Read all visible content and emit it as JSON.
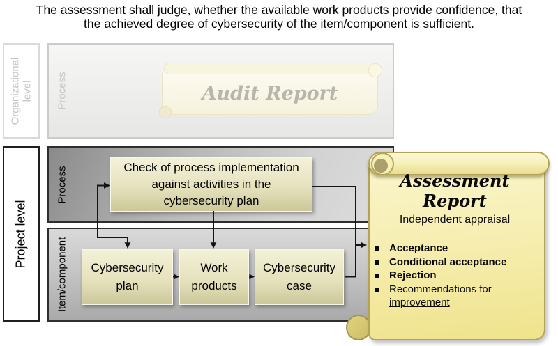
{
  "page_title": {
    "line1": "The assessment shall judge, whether the available work products provide confidence, that",
    "line2": "the achieved degree of cybersecurity of the item/component is sufficient."
  },
  "left_labels": {
    "organizational": "Organizational level",
    "project": "Project level"
  },
  "organizational_band": {
    "label": "Process",
    "audit_scroll_title": "Audit Report"
  },
  "process_band": {
    "label": "Process",
    "check_box": {
      "line1": "Check of process implementation",
      "line2": "against activities in the",
      "line3": "cybersecurity plan"
    }
  },
  "item_band": {
    "label": "Item/component",
    "boxes": [
      {
        "line1": "Cybersecurity",
        "line2": "plan"
      },
      {
        "line1": "Work",
        "line2": "products"
      },
      {
        "line1": "Cybersecurity",
        "line2": "case"
      }
    ]
  },
  "assessment_report": {
    "title": "Assessment Report",
    "subtitle": "Independent appraisal",
    "bullets": [
      "Acceptance",
      "Conditional acceptance",
      "Rejection"
    ],
    "recommendation": {
      "prefix": "Recommendations for",
      "underlined": "improvement"
    }
  },
  "colors": {
    "scroll_yellow": "#f3ea9e",
    "scroll_border": "#b2a35a",
    "box_yellow_top": "#f3f1d8",
    "box_yellow_bottom": "#ccc89b",
    "band_dark_border": "#2e2e2e"
  }
}
